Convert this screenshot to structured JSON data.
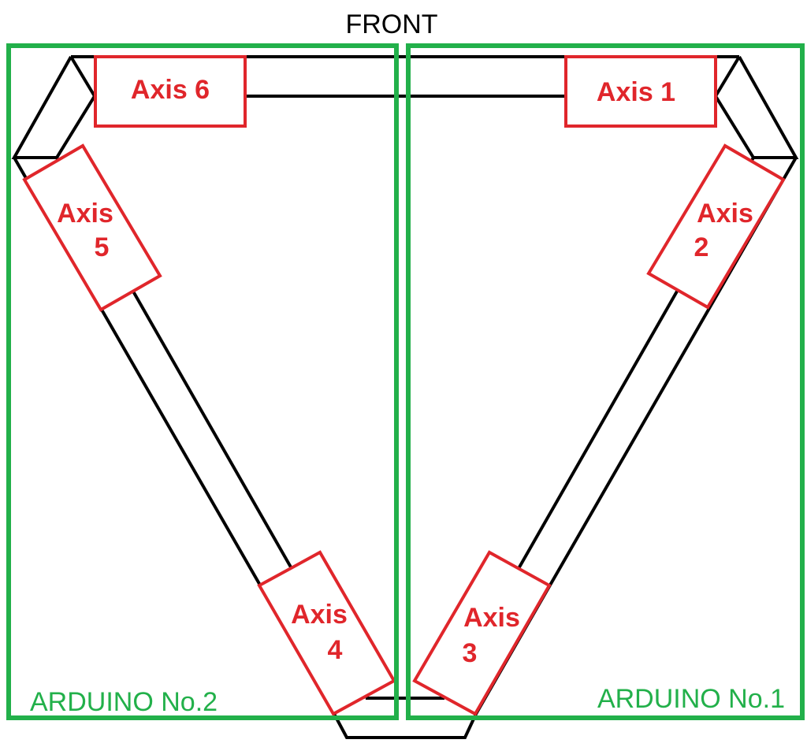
{
  "header": {
    "front_label": "FRONT"
  },
  "zones": {
    "left_label": "ARDUINO No.2",
    "right_label": "ARDUINO No.1"
  },
  "axes": {
    "axis6": {
      "line1": "Axis 6"
    },
    "axis1": {
      "line1": "Axis 1"
    },
    "axis5": {
      "line1": "Axis",
      "line2": "5"
    },
    "axis2": {
      "line1": "Axis",
      "line2": "2"
    },
    "axis4": {
      "line1": "Axis",
      "line2": "4"
    },
    "axis3": {
      "line1": "Axis",
      "line2": "3"
    }
  },
  "colors": {
    "axis": "#e0262b",
    "zone": "#22b04a",
    "frame": "#000000"
  }
}
